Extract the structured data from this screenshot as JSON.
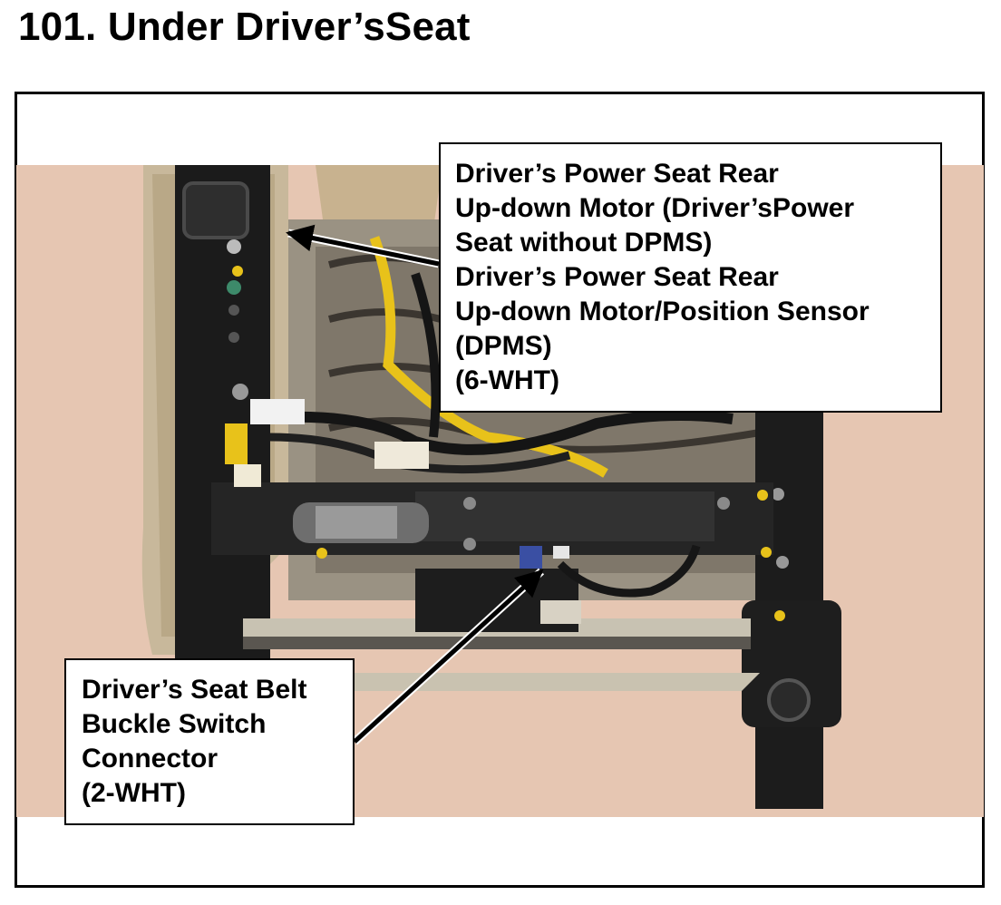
{
  "page": {
    "title": "101.  Under Driver’sSeat"
  },
  "callouts": {
    "rear_motor": {
      "lines": [
        "Driver’s Power Seat Rear",
        "Up-down Motor (Driver’sPower",
        "Seat without DPMS)",
        "Driver’s Power Seat Rear",
        "Up-down Motor/Position Sensor",
        "(DPMS)",
        "(6-WHT)"
      ]
    },
    "buckle": {
      "lines": [
        "Driver’s Seat Belt",
        "Buckle Switch",
        "Connector",
        "(2-WHT)"
      ]
    }
  },
  "colors": {
    "background": "#e8c9b6",
    "frame": "#000000",
    "harness_yellow": "#e8c21a"
  }
}
